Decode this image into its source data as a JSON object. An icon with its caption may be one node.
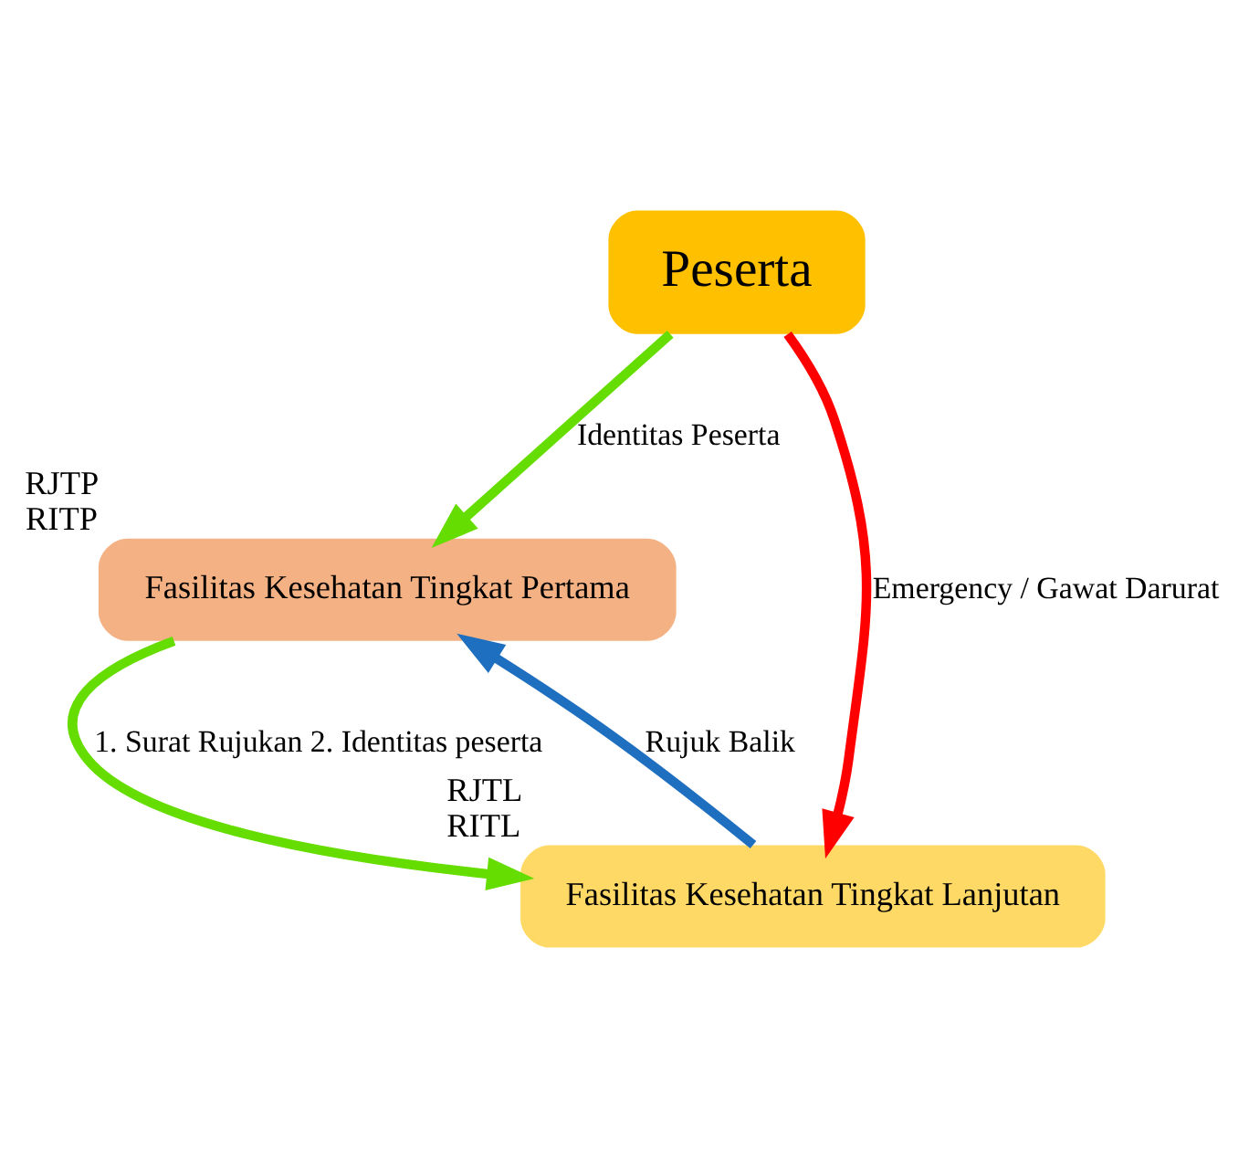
{
  "diagram": {
    "nodes": [
      {
        "text": [
          "Peserta"
        ]
      },
      {
        "text": [
          "Fasilitas Kesehatan Tingkat Pertama"
        ],
        "beside": [
          "RJTP",
          "RITP"
        ]
      },
      {
        "text": [
          "Fasilitas Kesehatan Tingkat Lanjutan"
        ],
        "beside": [
          "RJTL",
          "RITL"
        ]
      }
    ],
    "edges": [
      {
        "from": 0,
        "to": 1,
        "arrow": "to",
        "label": "Identitas Peserta"
      },
      {
        "from": 0,
        "to": 2,
        "arrow": "to",
        "label": "Emergency / Gawat Darurat",
        "color": "#ff0000"
      },
      {
        "from": 2,
        "to": 1,
        "arrow": "to",
        "label": "Rujuk Balik",
        "color": "#1f6fc0"
      },
      {
        "from": 1,
        "to": 2,
        "arrow": "to",
        "label": "1. Surat Rujukan 2. Identitas peserta"
      }
    ]
  }
}
